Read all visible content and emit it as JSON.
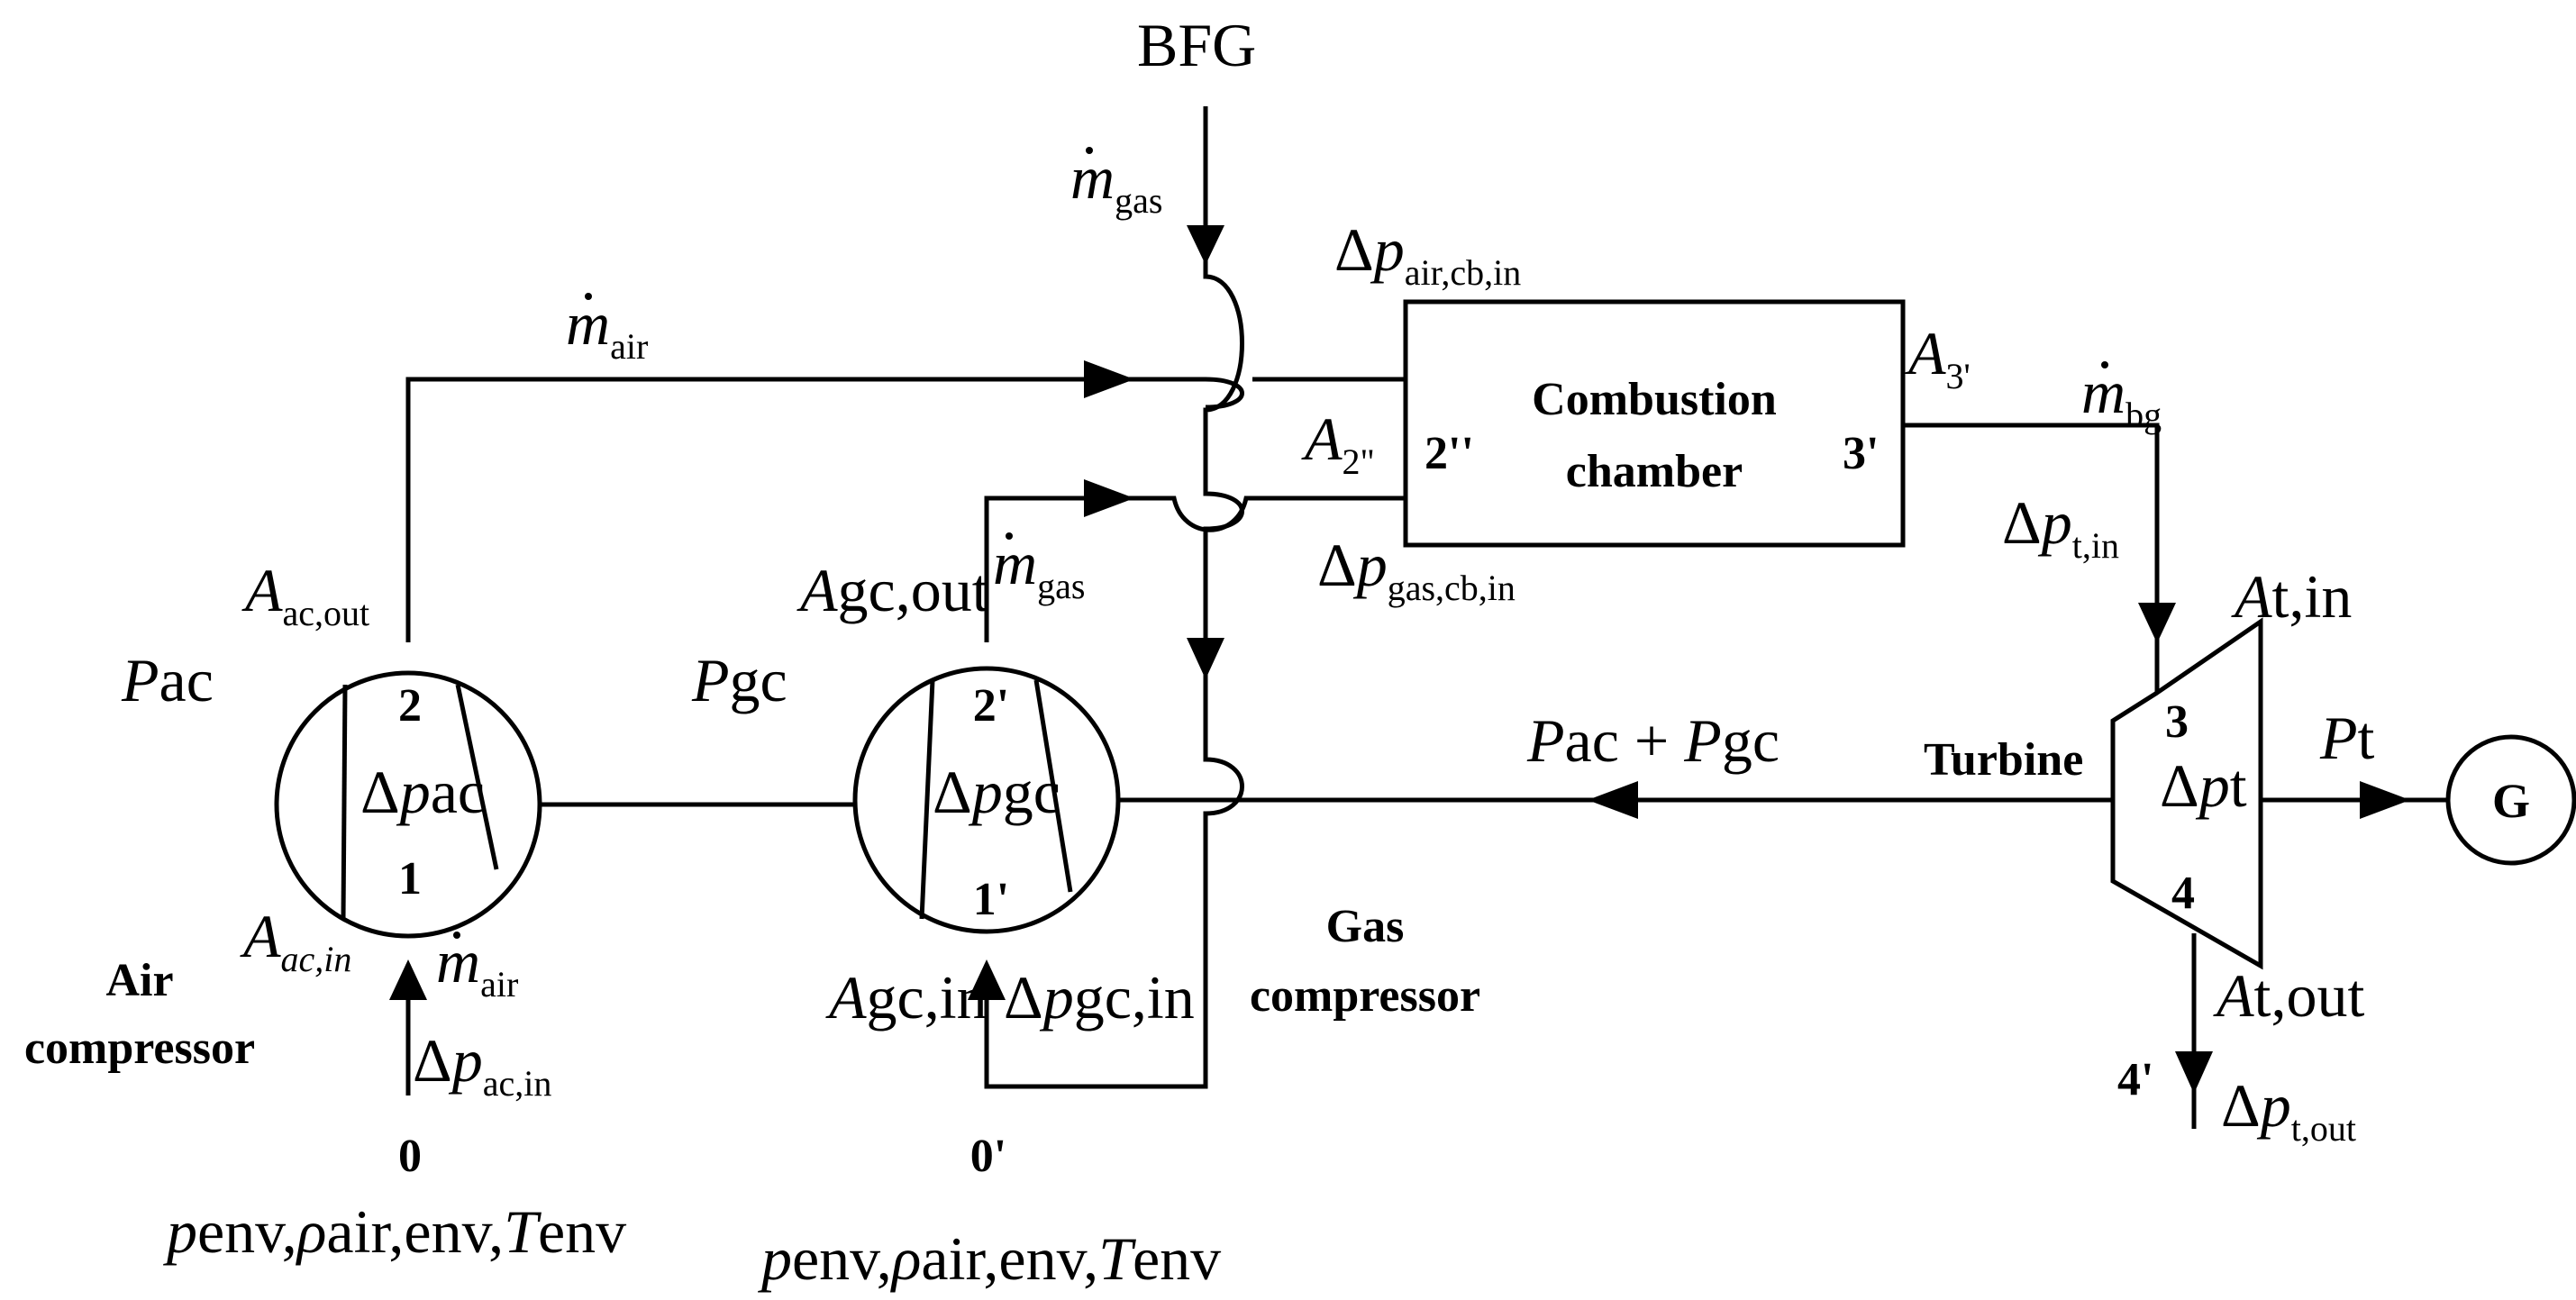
{
  "title": "BFG",
  "nodes": {
    "air_compressor": {
      "name": [
        "Air",
        "compressor"
      ],
      "power": {
        "sym": "P",
        "sub": "ac"
      },
      "outlet_area": {
        "sym": "A",
        "sub": "ac,out"
      },
      "inlet_area": {
        "sym": "A",
        "sub": "ac,in"
      },
      "outlet_point": "2",
      "inlet_point": "1",
      "pressure_drop": {
        "sym": "p",
        "sub": "ac"
      }
    },
    "gas_compressor": {
      "name": [
        "Gas",
        "compressor"
      ],
      "power": {
        "sym": "P",
        "sub": "gc"
      },
      "outlet_area": {
        "sym": "A",
        "sub": "gc,out"
      },
      "inlet_area": {
        "sym": "A",
        "sub": "gc,in"
      },
      "outlet_point": "2'",
      "inlet_point": "1'",
      "pressure_drop": {
        "sym": "p",
        "sub": "gc"
      }
    },
    "combustion_chamber": {
      "name": [
        "Combustion",
        "chamber"
      ],
      "inlet_point": "2''",
      "outlet_point": "3'",
      "inlet_area": {
        "sym": "A",
        "sub": "2\""
      },
      "outlet_area": {
        "sym": "A",
        "sub": "3'"
      },
      "air_inlet_drop": {
        "sym": "p",
        "sub": "air,cb,in"
      },
      "gas_inlet_drop": {
        "sym": "p",
        "sub": "gas,cb,in"
      }
    },
    "turbine": {
      "name": "Turbine",
      "inlet_point": "3",
      "outlet_point": "4",
      "exhaust_point": "4'",
      "power": {
        "sym": "P",
        "sub": "t"
      },
      "inlet_area": {
        "sym": "A",
        "sub": "t,in"
      },
      "outlet_area": {
        "sym": "A",
        "sub": "t,out"
      },
      "pressure_drop": {
        "sym": "p",
        "sub": "t"
      },
      "inlet_drop": {
        "sym": "p",
        "sub": "t,in"
      },
      "outlet_drop": {
        "sym": "p",
        "sub": "t,out"
      }
    },
    "generator": {
      "name": "G"
    }
  },
  "flows": {
    "m_air": {
      "sym": "m",
      "sub": "air"
    },
    "m_gas": {
      "sym": "m",
      "sub": "gas"
    },
    "m_bg": {
      "sym": "m",
      "sub": "bg"
    },
    "p_ac_in": {
      "sym": "p",
      "sub": "ac,in"
    },
    "p_gc_in": {
      "sym": "p",
      "sub": "gc,in"
    }
  },
  "shaft": {
    "p1": "P",
    "s1": "ac",
    "plus": " + ",
    "p2": "P",
    "s2": "gc"
  },
  "ambient": {
    "air_point": "0",
    "gas_point": "0'",
    "p": "p",
    "p_sub": "env",
    "rho": "ρ",
    "rho_sub": "air,env",
    "t": "T",
    "t_sub": "env",
    "sep": ","
  }
}
